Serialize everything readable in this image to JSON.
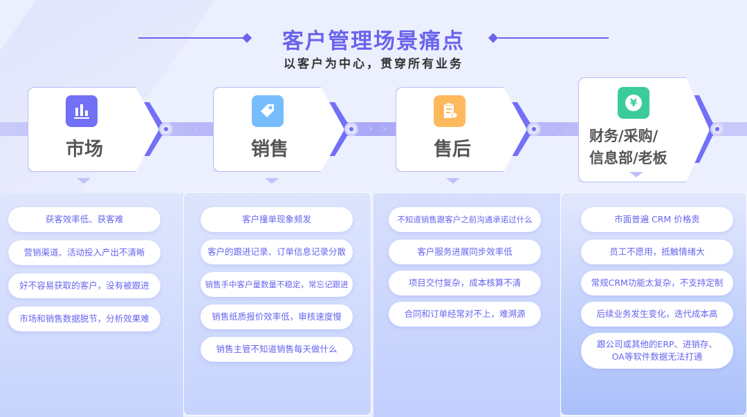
{
  "header": {
    "title": "客户管理场景痛点",
    "subtitle": "以客户为中心，贯穿所有业务"
  },
  "colors": {
    "accent": "#6a63ee",
    "market": "#7170f6",
    "sales": "#77bdfd",
    "aftersales": "#feb95c",
    "finance": "#3ccb9c"
  },
  "stages": [
    {
      "title": "市场",
      "icon": "bar-chart-icon",
      "glyph": "▐",
      "items": [
        "获客效率低、获客难",
        "营销渠道、活动投入产出不清晰",
        "好不容易获取的客户，没有被跟进",
        "市场和销售数据脱节，分析效果难"
      ]
    },
    {
      "title": "销售",
      "icon": "tag-icon",
      "glyph": "◆",
      "items": [
        "客户撞单现象频发",
        "客户的跟进记录、订单信息记录分散",
        "销售手中客户量数量不稳定，常忘记跟进",
        "销售纸质报价效率低，审核速度慢",
        "销售主管不知道销售每天做什么"
      ]
    },
    {
      "title": "售后",
      "icon": "clipboard-phone-icon",
      "glyph": "✎",
      "items": [
        "不知道销售跟客户之前沟通承诺过什么",
        "客户服务进展同步效率低",
        "项目交付复杂，成本核算不清",
        "合同和订单经常对不上，难溯源"
      ]
    },
    {
      "title_line1": "财务/采购/",
      "title_line2": "信息部/老板",
      "icon": "yen-icon",
      "glyph": "¥",
      "items": [
        "市面普遍 CRM 价格贵",
        "员工不愿用，抵触情绪大",
        "常规CRM功能太复杂，不支持定制",
        "后续业务发生变化，迭代成本高",
        "跟公司或其他的ERP、进销存、OA等软件数据无法打通"
      ]
    }
  ]
}
